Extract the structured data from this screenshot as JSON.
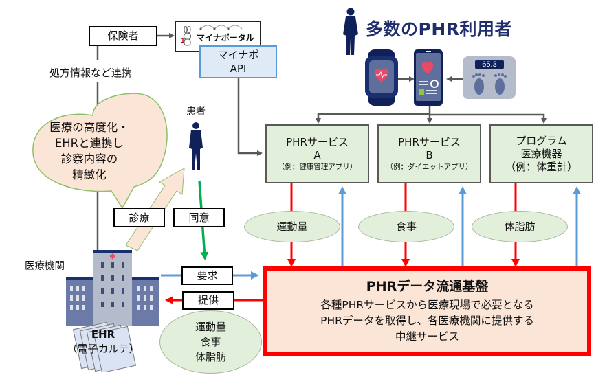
{
  "title": "多数のPHR利用者",
  "insurer": {
    "label": "保険者"
  },
  "myna_portal": {
    "logo_text": "マイナポータル"
  },
  "myna_api": {
    "line1": "マイナポ",
    "line2": "API"
  },
  "link_label": "処方情報など連携",
  "bubble": {
    "lines": [
      "医療の高度化・",
      "EHRと連携し",
      "診察内容の",
      "精緻化"
    ]
  },
  "patient": {
    "label": "患者"
  },
  "actions": {
    "diagnosis": "診療",
    "consent": "同意",
    "request": "要求",
    "provide": "提供"
  },
  "medical_institution": {
    "label": "医療機関"
  },
  "ehr": {
    "title": "EHR",
    "subtitle": "（電子カルテ）"
  },
  "devices": {
    "scale_reading": "65.3"
  },
  "services": [
    {
      "title": "PHRサービス",
      "sub_title": "A",
      "example": "（例：健康管理アプリ）"
    },
    {
      "title": "PHRサービス",
      "sub_title": "B",
      "example": "（例：ダイエットアプリ）"
    },
    {
      "title": "プログラム",
      "sub_title": "医療機器",
      "example": "（例：体重計）"
    }
  ],
  "data_types": [
    "運動量",
    "食事",
    "体脂肪"
  ],
  "provided_data": [
    "運動量",
    "食事",
    "体脂肪"
  ],
  "platform": {
    "title": "PHRデータ流通基盤",
    "lines": [
      "各種PHRサービスから医療現場で必要となる",
      "PHRデータを取得し、各医療機関に提供する",
      "中継サービス"
    ]
  },
  "colors": {
    "headline": "#1f2d6b",
    "red_flow": "#ff0000",
    "blue_flow": "#5b9bd5",
    "green_flow": "#00b050",
    "service_fill": "#e2efda",
    "platform_fill": "#fbe5d6",
    "api_fill": "#deebf7",
    "navy": "#0f2158"
  }
}
